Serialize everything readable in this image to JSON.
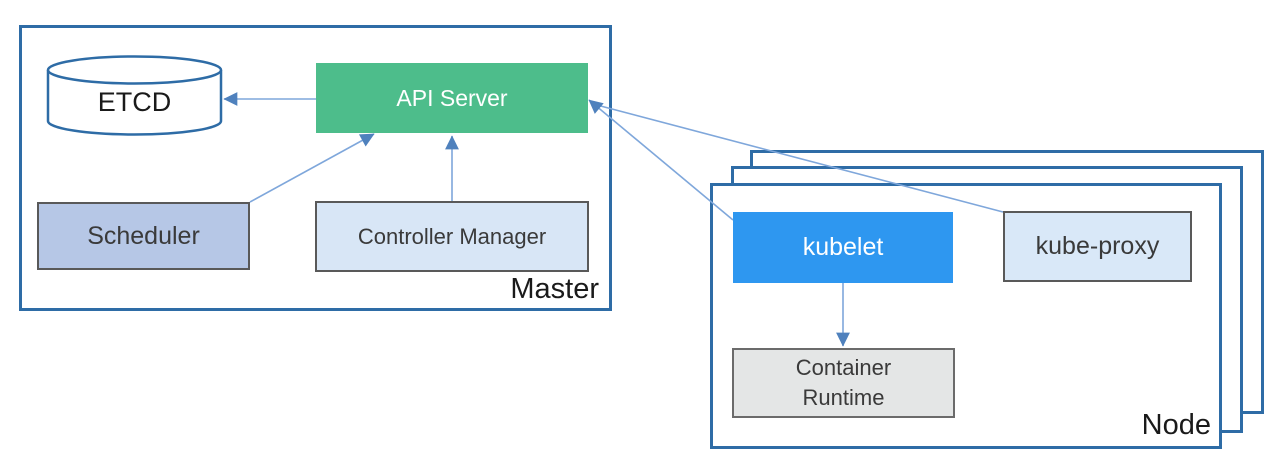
{
  "master": {
    "label": "Master",
    "components": {
      "etcd": "ETCD",
      "api_server": "API Server",
      "scheduler": "Scheduler",
      "controller_manager": "Controller Manager"
    }
  },
  "node": {
    "label": "Node",
    "stack_count": 3,
    "components": {
      "kubelet": "kubelet",
      "kube_proxy": "kube-proxy",
      "container_runtime_line1": "Container",
      "container_runtime_line2": "Runtime"
    }
  },
  "edges": [
    {
      "from": "api-server",
      "to": "etcd"
    },
    {
      "from": "scheduler",
      "to": "api-server"
    },
    {
      "from": "controller-manager",
      "to": "api-server"
    },
    {
      "from": "kubelet",
      "to": "api-server"
    },
    {
      "from": "kube-proxy",
      "to": "api-server"
    },
    {
      "from": "kubelet",
      "to": "container-runtime"
    }
  ],
  "colors": {
    "frame_border": "#2e6ca6",
    "api_server_fill": "#4dbd8b",
    "kubelet_fill": "#2e97f0",
    "scheduler_fill": "#b6c7e6",
    "controller_manager_fill": "#d8e6f6",
    "kube_proxy_fill": "#d9e8f8",
    "container_runtime_fill": "#e4e6e6",
    "cylinder_stroke": "#2e6ca6",
    "arrow_line": "#7fa7db",
    "arrow_head": "#4f81bd",
    "light_text": "#ffffff",
    "dark_text": "#3a3a3a"
  }
}
